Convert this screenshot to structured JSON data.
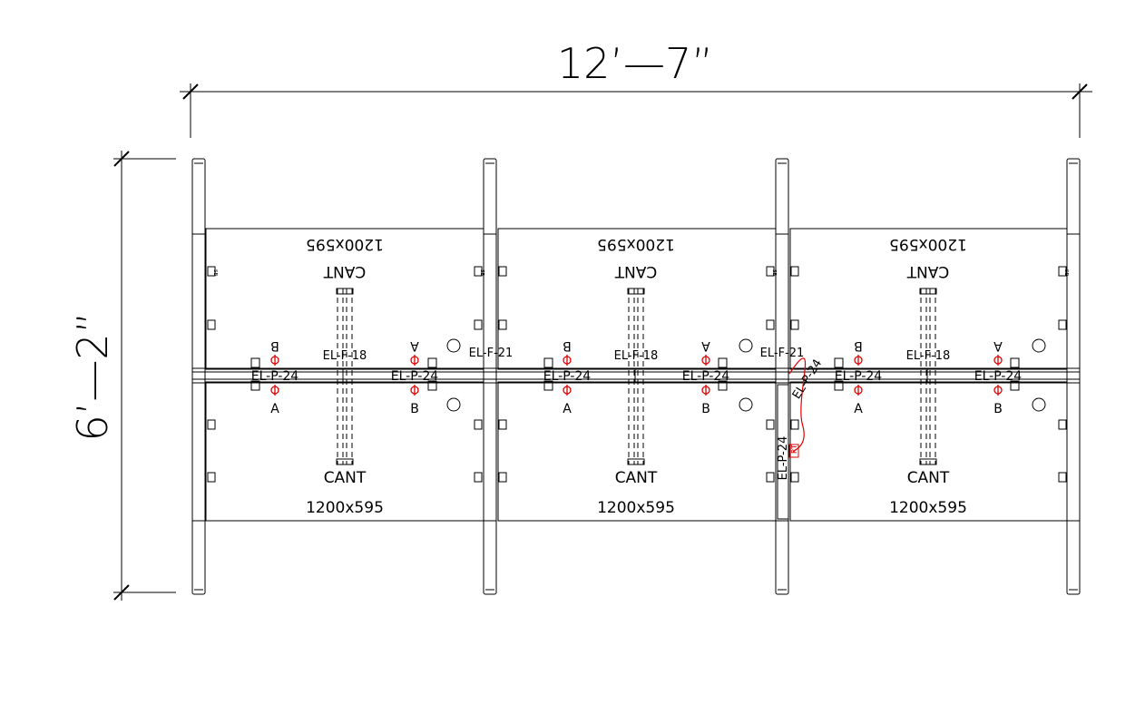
{
  "dimensions": {
    "width_label": "12’—7”",
    "height_label": "6’—2”"
  },
  "desk_size": "1200x595",
  "cant_label": "CANT",
  "beam_label": "EL-F-18",
  "partition_label": "EL-F-21",
  "spine_label": "EL-P-24",
  "outlet_a": "A",
  "outlet_b": "B",
  "sb_label": "SB",
  "feed_label": "EL-P-24",
  "feed_label_2": "EL-P-24",
  "feed_box_label": "RT",
  "colors": {
    "line": "#000000",
    "power": "#e00000"
  }
}
